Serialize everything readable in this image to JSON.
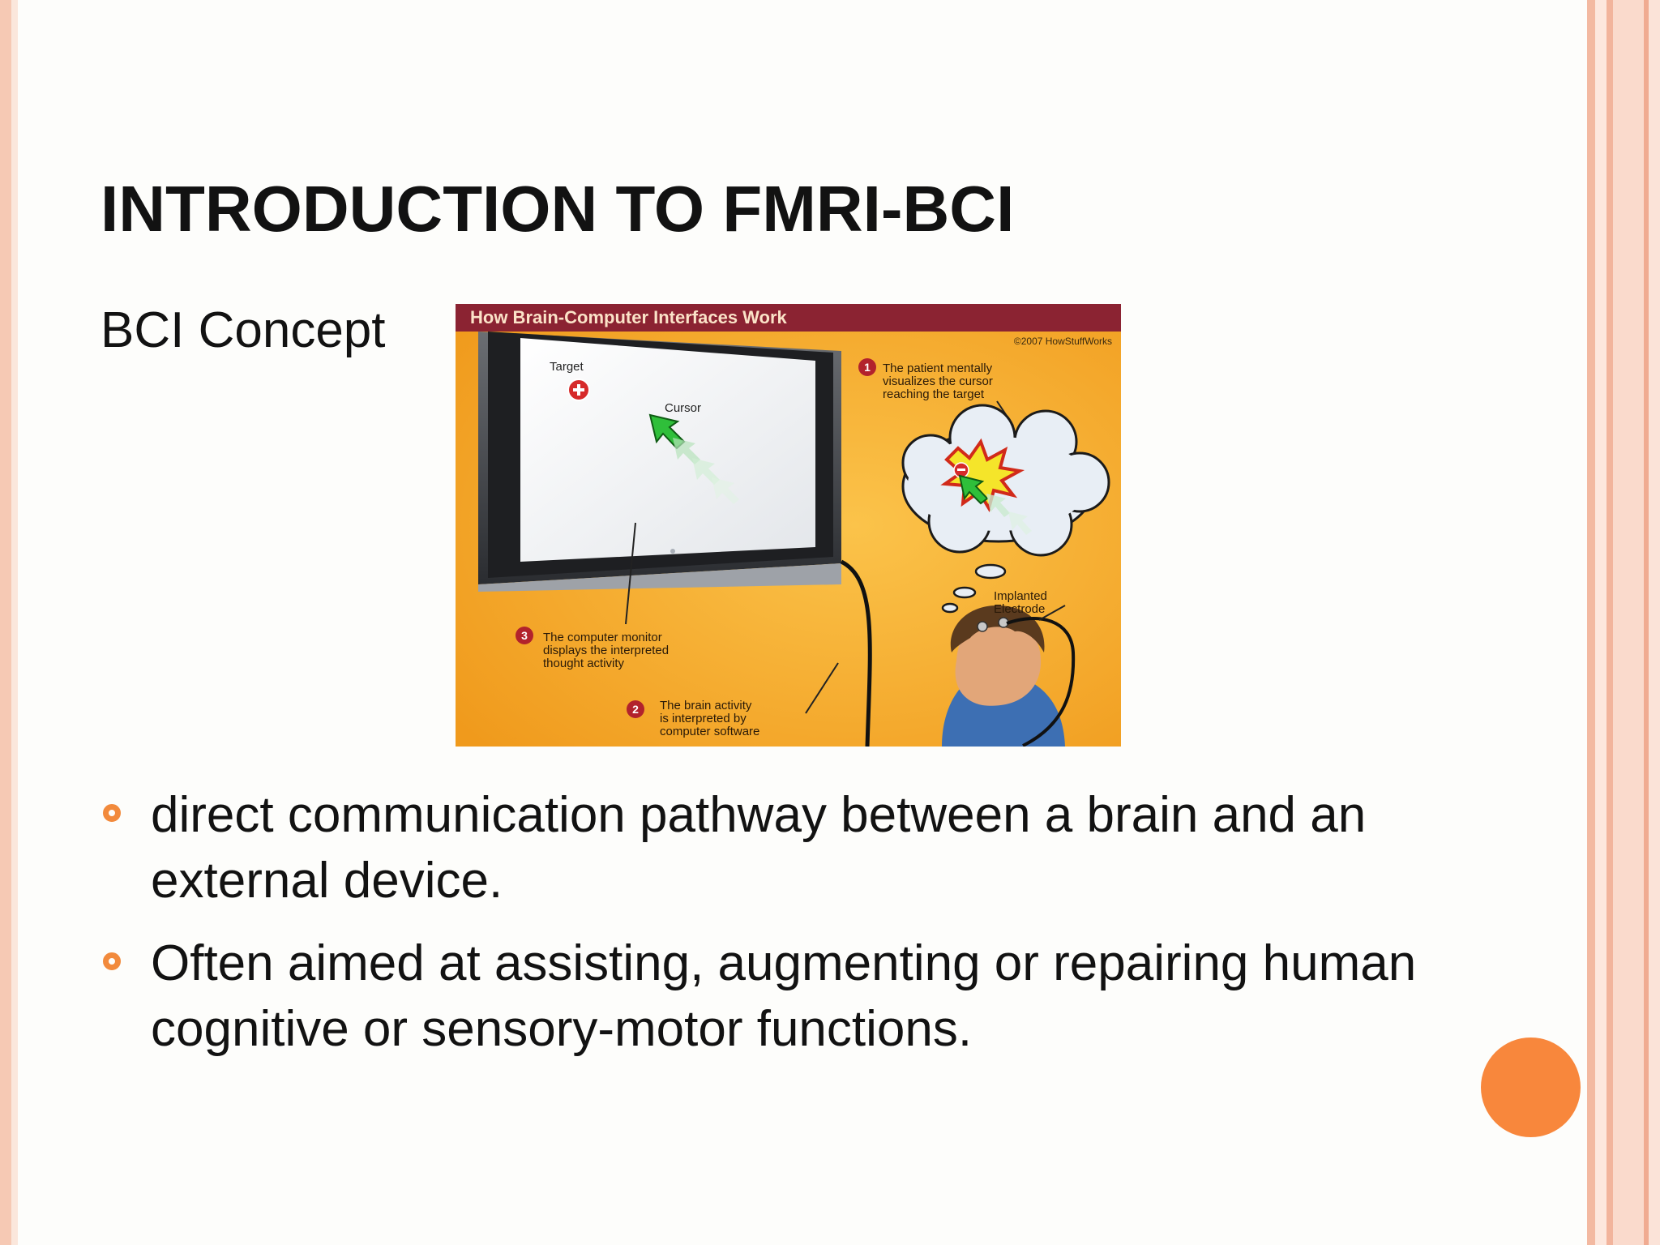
{
  "slide": {
    "title": "INTRODUCTION TO FMRI-BCI",
    "subtitle": "BCI Concept",
    "bullets": [
      "direct communication pathway between a brain and an external device.",
      "Often aimed at assisting, augmenting or repairing human cognitive or sensory-motor functions."
    ]
  },
  "figure": {
    "title": "How Brain-Computer Interfaces Work",
    "credit": "©2007 HowStuffWorks",
    "target_label": "Target",
    "cursor_label": "Cursor",
    "step1_num": "1",
    "step1": [
      "The patient mentally",
      "visualizes the cursor",
      "reaching the target"
    ],
    "step2_num": "2",
    "step2": [
      "The brain activity",
      "is interpreted by",
      "computer software"
    ],
    "step3_num": "3",
    "step3": [
      "The computer monitor",
      "displays the interpreted",
      "thought activity"
    ],
    "electrode_label": [
      "Implanted",
      "Electrode"
    ]
  },
  "colors": {
    "accent": "#f8873c",
    "bullet": "#f28a3c",
    "figure_banner": "#8b2332",
    "figure_background": "#f5a623"
  }
}
